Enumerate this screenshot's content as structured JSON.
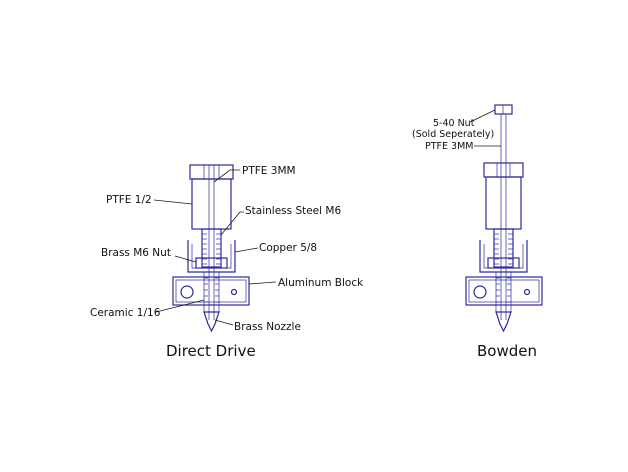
{
  "colors": {
    "part_stroke": "#2b2b9a",
    "leader": "#1a1a1a",
    "background": "#ffffff"
  },
  "direct_drive": {
    "caption": "Direct Drive",
    "labels": {
      "ptfe_3mm": "PTFE 3MM",
      "ptfe_half": "PTFE 1/2",
      "stainless_m6": "Stainless Steel M6",
      "brass_m6_nut": "Brass M6 Nut",
      "copper": "Copper 5/8",
      "aluminum_block": "Aluminum Block",
      "ceramic": "Ceramic 1/16",
      "brass_nozzle": "Brass Nozzle"
    }
  },
  "bowden": {
    "caption": "Bowden",
    "labels": {
      "nut_line1": "5-40 Nut",
      "nut_line2": "(Sold Seperately)",
      "ptfe_3mm": "PTFE 3MM"
    }
  }
}
